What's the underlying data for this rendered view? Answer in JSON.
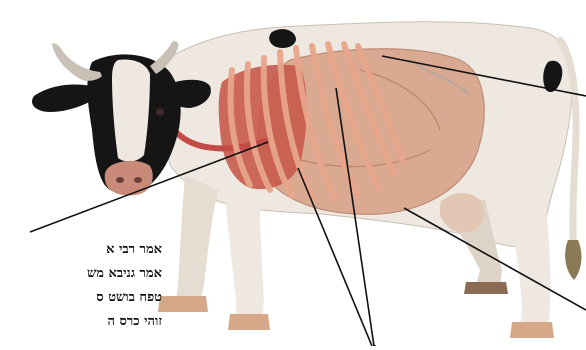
{
  "figure": {
    "caption_lines": [
      "אמר רבי א",
      "אמר גניבא מש",
      "טפח בושט ס",
      "זוהי כרס ה"
    ],
    "colors": {
      "hide_white": "#efe8e0",
      "hide_black": "#151515",
      "ribs": "#e8a68c",
      "lung": "#c85a4c",
      "stomach": "#d9a48b",
      "muzzle": "#c98a7a",
      "hoof": "#d6a88a",
      "leader_line": "#111111"
    }
  }
}
